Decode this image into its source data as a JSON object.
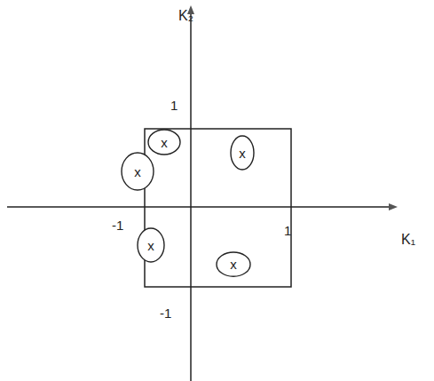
{
  "diagram": {
    "nodes": [
      {
        "text": [
          "x"
        ]
      },
      {
        "text": [
          "x"
        ]
      },
      {
        "text": [
          "x"
        ]
      },
      {
        "text": [
          "x"
        ]
      },
      {
        "text": [
          "x"
        ]
      }
    ],
    "labels": [
      "K₂",
      "1",
      "-1",
      "1",
      "K₁",
      "-1"
    ]
  }
}
